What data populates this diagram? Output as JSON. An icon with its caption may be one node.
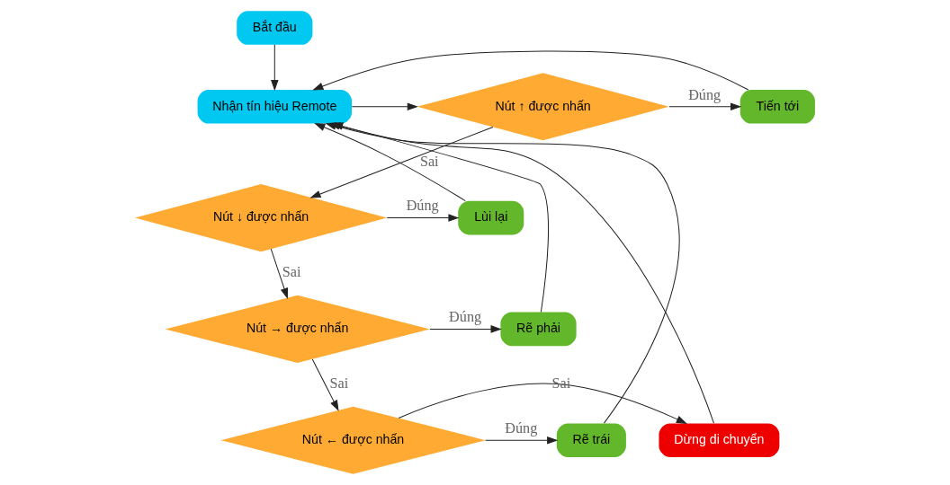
{
  "diagram": {
    "nodes": [
      {
        "text": [
          "Bắt đầu"
        ]
      },
      {
        "text": [
          "Nhận tín hiệu Remote"
        ]
      },
      {
        "text": [
          "Nút ↑ được nhấn"
        ]
      },
      {
        "text": [
          "Tiến tới"
        ]
      },
      {
        "text": [
          "Nút ↓ được nhấn"
        ]
      },
      {
        "text": [
          "Lùi lại"
        ]
      },
      {
        "text": [
          "Nút → được nhấn"
        ]
      },
      {
        "text": [
          "Rẽ phải"
        ]
      },
      {
        "text": [
          "Nút ← được nhấn"
        ]
      },
      {
        "text": [
          "Rẽ trái"
        ]
      },
      {
        "text": [
          "Dừng di chuyển"
        ]
      }
    ],
    "edges": [
      {
        "from": 0,
        "to": 1,
        "arrow": "to"
      },
      {
        "from": 1,
        "to": 2,
        "arrow": "to"
      },
      {
        "from": 2,
        "to": 3,
        "arrow": "to",
        "label": "Đúng"
      },
      {
        "from": 2,
        "to": 4,
        "arrow": "to",
        "label": "Sai"
      },
      {
        "from": 4,
        "to": 5,
        "arrow": "to",
        "label": "Đúng"
      },
      {
        "from": 4,
        "to": 6,
        "arrow": "to",
        "label": "Sai"
      },
      {
        "from": 6,
        "to": 7,
        "arrow": "to",
        "label": "Đúng"
      },
      {
        "from": 6,
        "to": 8,
        "arrow": "to",
        "label": "Sai"
      },
      {
        "from": 8,
        "to": 9,
        "arrow": "to",
        "label": "Đúng"
      },
      {
        "from": 8,
        "to": 10,
        "arrow": "to",
        "label": "Sai"
      },
      {
        "from": 10,
        "to": 1,
        "arrow": "to"
      },
      {
        "from": 3,
        "to": 1,
        "arrow": "to"
      },
      {
        "from": 5,
        "to": 1,
        "arrow": "to"
      },
      {
        "from": 7,
        "to": 1,
        "arrow": "to"
      },
      {
        "from": 9,
        "to": 1,
        "arrow": "to"
      }
    ]
  }
}
